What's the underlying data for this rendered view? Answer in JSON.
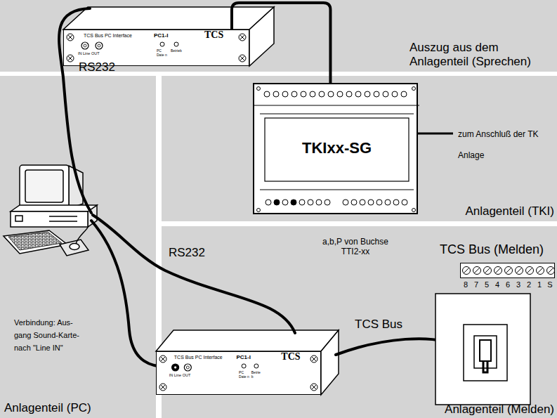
{
  "diagram": {
    "nodes": [
      {
        "text": [
          "Auszug aus dem Anlagenteil (Sprechen)"
        ]
      },
      {
        "text": [
          "TCS Bus PC Interface",
          "PC1-I",
          "TCS",
          "IN Line OUT",
          "PC Date n",
          "Betrieb"
        ],
        "in": 0
      },
      {
        "text": [
          "Anlagenteil (TKI)"
        ]
      },
      {
        "text": [
          "TKIxx-SG"
        ],
        "in": 2
      },
      {
        "text": [
          "Anlagenteil (PC)"
        ]
      },
      {
        "text": [
          "Anlagenteil (Melden)"
        ]
      },
      {
        "text": [
          "TCS Bus (Melden)"
        ],
        "in": 5
      },
      {
        "text": [
          "TCS Bus PC Interface",
          "PC1-I",
          "TCS",
          "IN Line OUT",
          "PC Date n",
          "Betrie b"
        ],
        "in": 5
      }
    ],
    "edges": [
      {
        "from": 1,
        "to": 3,
        "arrow": "none"
      }
    ],
    "labels": [
      "RS232",
      "RS232",
      "zum Anschluß der TK Anlage",
      "a,b,P von Buchse TTI2-xx",
      "TCS Bus",
      "Verbindung: Aus- gang Sound-Karte- nach \"Line IN\"",
      "8",
      "7",
      "5",
      "4",
      "6",
      "3",
      "2",
      "1",
      "S"
    ]
  }
}
